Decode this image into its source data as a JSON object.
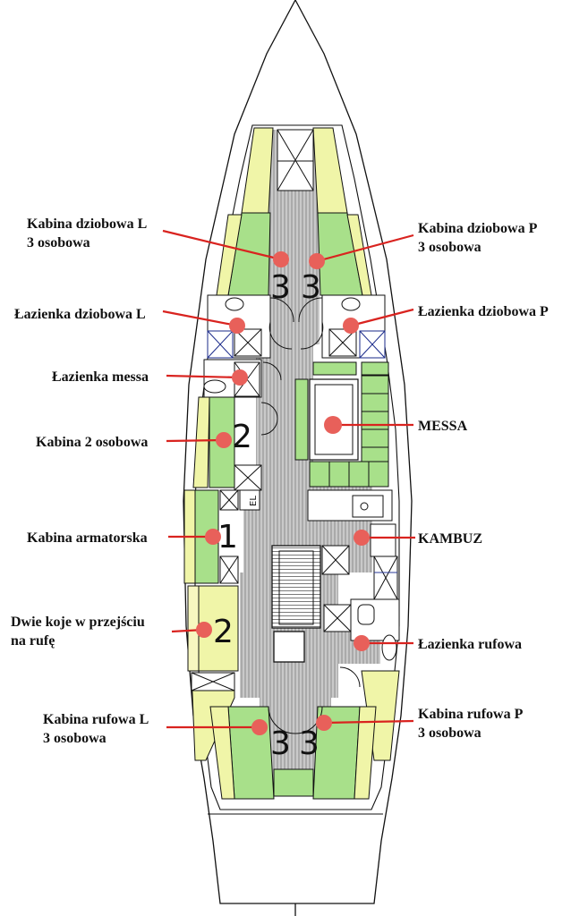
{
  "labels": {
    "forward_cabin_l": [
      "Kabina dziobowa L",
      "3 osobowa"
    ],
    "forward_cabin_p": [
      "Kabina dziobowa P",
      "3 osobowa"
    ],
    "forward_bath_l": "Łazienka dziobowa L",
    "forward_bath_p": "Łazienka dziobowa P",
    "messa_bath": "Łazienka messa",
    "messa": "MESSA",
    "cabin_2": "Kabina 2 osobowa",
    "owner_cabin": "Kabina armatorska",
    "galley": "KAMBUZ",
    "passage_berths": [
      "Dwie koje w przejściu",
      "na rufę"
    ],
    "aft_bath": "Łazienka rufowa",
    "aft_cabin_l": [
      "Kabina rufowa L",
      "3 osobowa"
    ],
    "aft_cabin_p": [
      "Kabina rufowa P",
      "3 osobowa"
    ]
  },
  "capacities": {
    "forward_l": "3",
    "forward_p": "3",
    "cabin_2": "2",
    "owner": "1",
    "passage": "2",
    "aft_l": "3",
    "aft_p": "3"
  },
  "equipment": {
    "el": "EL"
  },
  "colors": {
    "berth_green": "#a8e08a",
    "berth_yellow": "#f0f5a8",
    "marker_red": "#e8605a",
    "leader_red": "#d9231f",
    "floor_gray": "#b8b8b8"
  }
}
